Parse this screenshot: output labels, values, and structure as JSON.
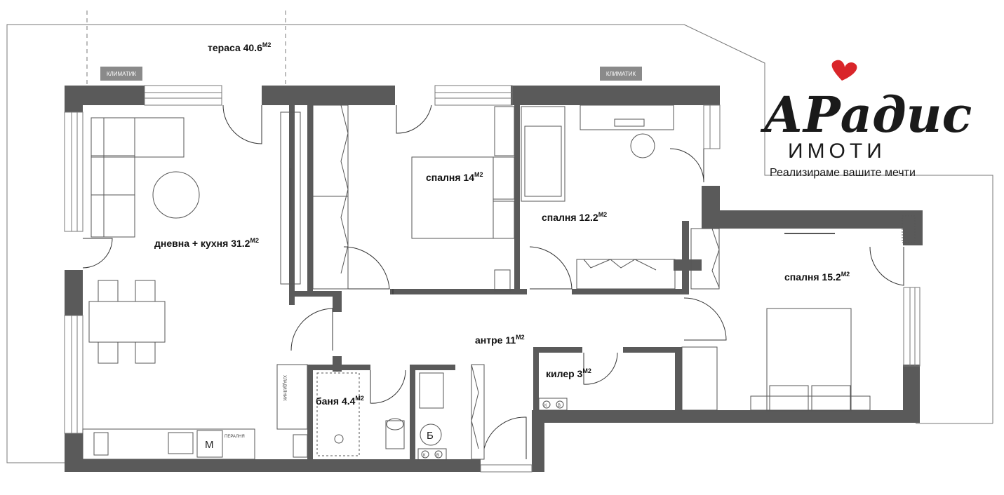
{
  "rooms": {
    "terrace": {
      "name": "тераса 40.6",
      "unit": "M2"
    },
    "living": {
      "name": "дневна + кухня 31.2",
      "unit": "M2"
    },
    "bed14": {
      "name": "спалня 14",
      "unit": "M2"
    },
    "bed122": {
      "name": "спалня 12.2",
      "unit": "M2"
    },
    "bed152": {
      "name": "спалня 15.2",
      "unit": "M2"
    },
    "hall": {
      "name": "антре 11",
      "unit": "M2"
    },
    "closet": {
      "name": "килер 3",
      "unit": "M2"
    },
    "bath": {
      "name": "баня 4.4",
      "unit": "M2"
    }
  },
  "tags": {
    "climatic": "КЛИМАТИК",
    "fridge": "ХЛАДИЛНИК",
    "dryer": "ПЕРАЛНЯ",
    "microwave": "М",
    "boiler": "Б",
    "k": "К",
    "v": "В"
  },
  "logo": {
    "brand": "АРадис",
    "sub": "ИМОТИ",
    "tagline": "Реализираме вашите мечти"
  },
  "colors": {
    "wall": "#5a5a5a",
    "heart": "#d9252a",
    "climatic_bg": "#8a8a8a"
  }
}
